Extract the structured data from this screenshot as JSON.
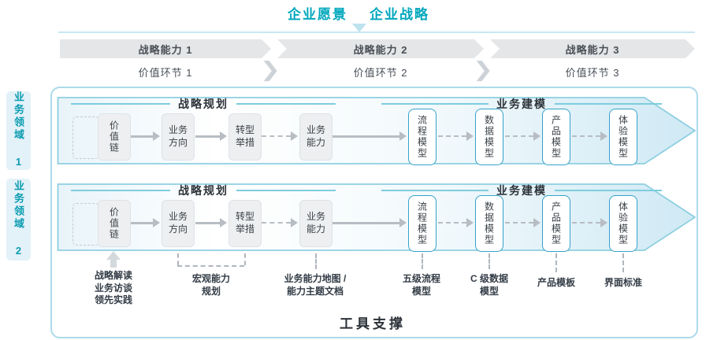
{
  "header": {
    "vision": "企业愿景",
    "strategy": "企业战略"
  },
  "capability_bands": [
    "战略能力 1",
    "战略能力 2",
    "战略能力 3"
  ],
  "value_links": [
    "价值环节 1",
    "价值环节 2",
    "价值环节 3"
  ],
  "icons": {
    "chevron_right": "❯"
  },
  "domains": [
    {
      "tab": "业务领域 1",
      "planning_header": "战略规划",
      "modeling_header": "业务建模",
      "stage_boxes": [
        "价值链",
        "业务方向",
        "转型举措",
        "业务能力"
      ],
      "model_boxes": [
        "流程模型",
        "数据模型",
        "产品模型",
        "体验模型"
      ]
    },
    {
      "tab": "业务领域 2",
      "planning_header": "战略规划",
      "modeling_header": "业务建模",
      "stage_boxes": [
        "价值链",
        "业务方向",
        "转型举措",
        "业务能力"
      ],
      "model_boxes": [
        "流程模型",
        "数据模型",
        "产品模型",
        "体验模型"
      ]
    }
  ],
  "bottom_labels": [
    "战略解读\n业务访谈\n领先实践",
    "宏观能力\n规划",
    "业务能力地图 /\n能力主题文档",
    "五级流程\n模型",
    "C 级数据\n模型",
    "产品模板",
    "界面标准"
  ],
  "footer": {
    "title": "工具支撑"
  },
  "colors": {
    "accent": "#00a7bd",
    "tab_text": "#0a9cb0",
    "tab_bg": "#e3f1f8",
    "band_bg": "#e4e6e8",
    "arrow_outline": "#8ecfe0",
    "model_box_border": "#35a3c8",
    "container_border": "#abdaea",
    "connector_gray": "#b7bdc3"
  }
}
